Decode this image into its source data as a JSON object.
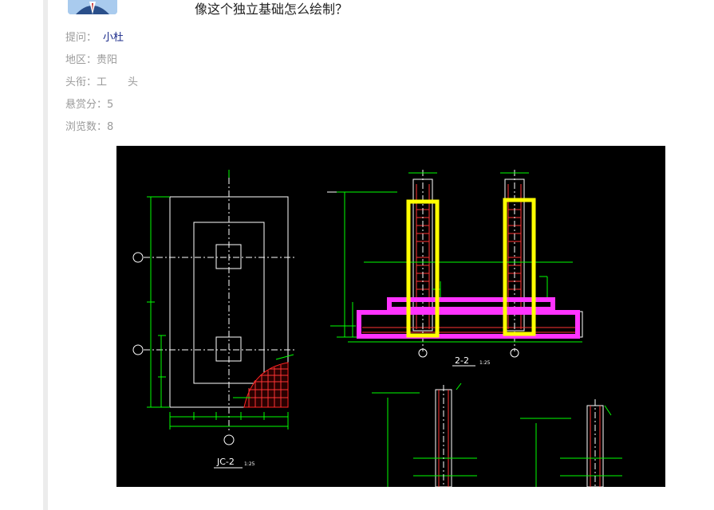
{
  "question": {
    "title": "像这个独立基础怎么绘制？"
  },
  "meta": {
    "asker_label": "提问：",
    "asker_name": "小杜",
    "region_label": "地区：",
    "region_value": "贵阳",
    "title_label": "头衔：",
    "title_value_1": "工",
    "title_value_2": "头",
    "bounty_label": "悬赏分：",
    "bounty_value": "5",
    "views_label": "浏览数：",
    "views_value": "8"
  },
  "drawing": {
    "label_plan": "JC-2",
    "label_plan_scale": "1:25",
    "label_section": "2-2",
    "label_section_scale": "1:25",
    "highlight_colors": {
      "column": "#ffff00",
      "footing": "#ff33ff"
    }
  }
}
